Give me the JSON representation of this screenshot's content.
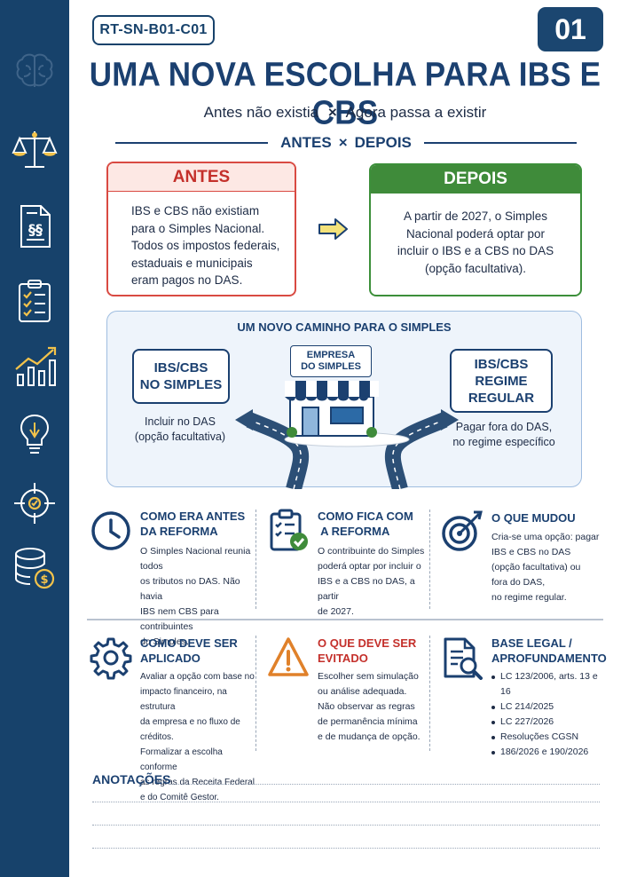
{
  "doc_code": "RT-SN-B01-C01",
  "page_number": "01",
  "title": "UMA NOVA ESCOLHA PARA IBS E CBS",
  "subtitle": {
    "left": "Antes não existia",
    "sep": "×",
    "right": "Agora passa a existir"
  },
  "divider": {
    "left": "ANTES",
    "sep": "×",
    "right": "DEPOIS"
  },
  "antes": {
    "head": "ANTES",
    "lines": [
      "IBS e CBS não existiam",
      "para o Simples Nacional.",
      "Todos os impostos federais,",
      "estaduais e municipais",
      "eram pagos no DAS."
    ]
  },
  "depois": {
    "head": "DEPOIS",
    "lines": [
      "A partir de 2027, o Simples",
      "Nacional poderá optar por",
      "incluir o IBS e a CBS no DAS",
      "(opção facultativa)."
    ]
  },
  "path": {
    "title": "UM NOVO CAMINHO PARA O SIMPLES",
    "store_label": [
      "EMPRESA",
      "DO SIMPLES"
    ],
    "left_option": [
      "IBS/CBS",
      "NO SIMPLES"
    ],
    "left_caption": [
      "Incluir no DAS",
      "(opção facultativa)"
    ],
    "right_option": [
      "IBS/CBS",
      "REGIME",
      "REGULAR"
    ],
    "right_caption": [
      "Pagar fora do DAS,",
      "no regime específico"
    ]
  },
  "sections": {
    "como_era": {
      "title": [
        "COMO ERA ANTES",
        "DA REFORMA"
      ],
      "body": [
        "O Simples Nacional reunia todos",
        "os tributos no DAS. Não havia",
        "IBS nem CBS para contribuintes",
        "do Simples."
      ]
    },
    "como_fica": {
      "title": [
        "COMO FICA COM",
        " A REFORMA"
      ],
      "body": [
        "O contribuinte do Simples",
        "poderá optar por incluir o",
        "IBS e a CBS no DAS, a partir",
        "de 2027."
      ]
    },
    "o_que_mudou": {
      "title": [
        "O QUE MUDOU"
      ],
      "body": [
        "Cria-se uma opção: pagar",
        "IBS e CBS no DAS",
        "(opção facultativa) ou",
        "fora do DAS,",
        "no regime regular."
      ]
    },
    "como_aplicar": {
      "title": [
        "COMO DEVE SER",
        "APLICADO"
      ],
      "body": [
        "Avaliar a opção com base no",
        "impacto financeiro, na estrutura",
        "da empresa e no fluxo de créditos.",
        "Formalizar a escolha conforme",
        "as regras da Receita Federal",
        "e do Comitê Gestor."
      ]
    },
    "evitar": {
      "title": [
        "O QUE DEVE SER",
        "EVITADO"
      ],
      "body": [
        "Escolher sem simulação",
        "ou análise adequada.",
        "Não observar as regras",
        "de permanência mínima",
        "e de mudança de opção."
      ]
    },
    "base_legal": {
      "title": [
        "BASE LEGAL /",
        "APROFUNDAMENTO"
      ],
      "items": [
        "LC 123/2006, arts. 13 e 16",
        "LC 214/2025",
        "LC 227/2026",
        "Resoluções CGSN",
        "186/2026 e 190/2026"
      ]
    }
  },
  "notes_title": "ANOTAÇÕES",
  "colors": {
    "navy": "#17426b",
    "red": "#c4302b",
    "green": "#3f8b3a",
    "light_blue": "#eef4fb"
  }
}
